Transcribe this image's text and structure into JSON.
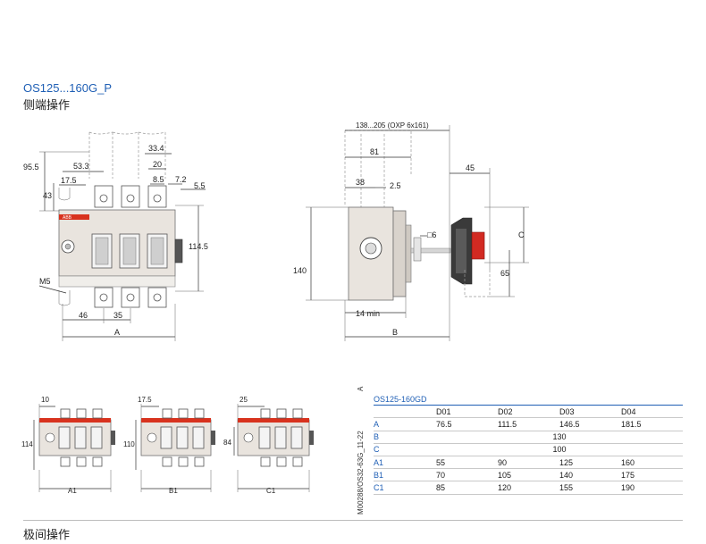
{
  "header": {
    "title": "OS125...160G_P",
    "subtitle": "侧端操作"
  },
  "front_view": {
    "dims": {
      "d95_5": "95.5",
      "d53_3": "53.3",
      "d33_4": "33.4",
      "d20": "20",
      "d17_5": "17.5",
      "d8_5": "8.5",
      "d7_2": "7.2",
      "d5_5": "5.5",
      "d43": "43",
      "d114_5": "114.5",
      "m5": "M5",
      "d46": "46",
      "d35": "35",
      "a": "A"
    },
    "brand": "ABB"
  },
  "side_view": {
    "dims": {
      "range": "138...205 (OXP 6x161)",
      "d81": "81",
      "d45": "45",
      "d38": "38",
      "d2_5": "2.5",
      "sq6": "□6",
      "c": "C",
      "d140": "140",
      "d65": "65",
      "d14min": "14 min",
      "b": "B"
    }
  },
  "small_views": [
    {
      "top": "10",
      "left": "114",
      "bottom": "A1"
    },
    {
      "top": "17.5",
      "left": "110",
      "bottom": "B1"
    },
    {
      "top": "25",
      "left": "84",
      "bottom": "C1"
    }
  ],
  "table": {
    "side_label_a": "A",
    "side_label_code": "M00288/OS32-63G_11-22",
    "model": "OS125-160GD",
    "columns": [
      "D01",
      "D02",
      "D03",
      "D04"
    ],
    "rows": [
      {
        "label": "A",
        "values": [
          "76.5",
          "111.5",
          "146.5",
          "181.5"
        ]
      },
      {
        "label": "B",
        "merged": "130"
      },
      {
        "label": "C",
        "merged": "100"
      },
      {
        "label": "A1",
        "values": [
          "55",
          "90",
          "125",
          "160"
        ]
      },
      {
        "label": "B1",
        "values": [
          "70",
          "105",
          "140",
          "175"
        ]
      },
      {
        "label": "C1",
        "values": [
          "85",
          "120",
          "155",
          "190"
        ]
      }
    ]
  },
  "footer": {
    "title": "极间操作"
  }
}
